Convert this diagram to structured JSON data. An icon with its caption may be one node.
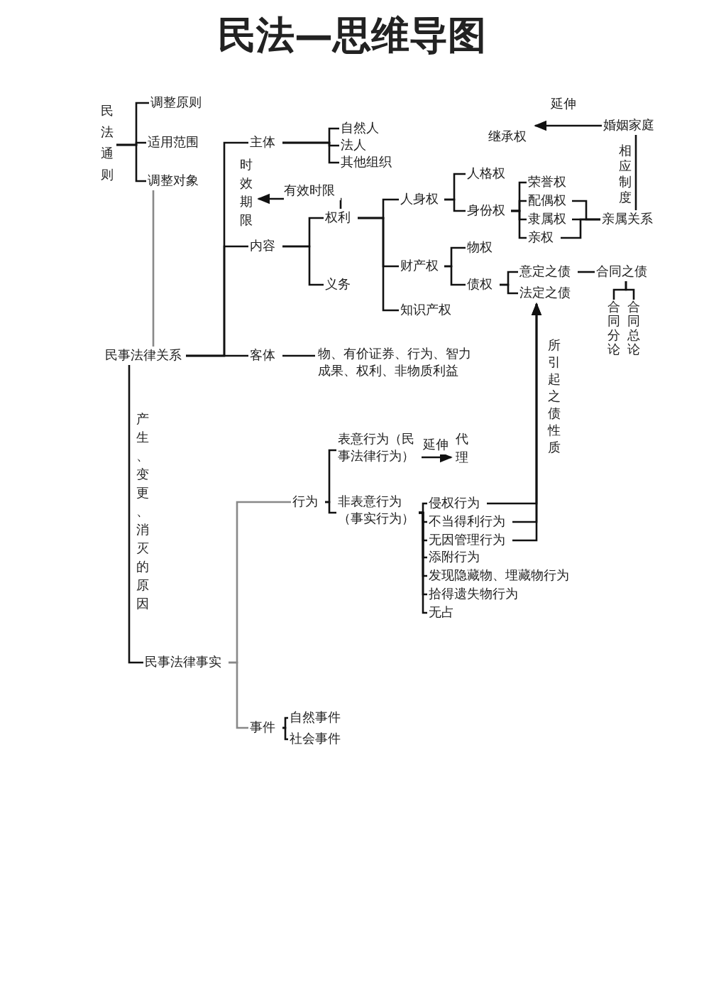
{
  "diagram": {
    "title": "民法—思维导图",
    "nodes": [
      {
        "text": [
          "民法通则"
        ]
      },
      {
        "text": [
          "调整原则"
        ]
      },
      {
        "text": [
          "适用范围"
        ]
      },
      {
        "text": [
          "调整对象"
        ]
      },
      {
        "text": [
          "民事法律关系"
        ]
      },
      {
        "text": [
          "主体"
        ]
      },
      {
        "text": [
          "自然人"
        ]
      },
      {
        "text": [
          "法人"
        ]
      },
      {
        "text": [
          "其他组织"
        ]
      },
      {
        "text": [
          "时效期限"
        ]
      },
      {
        "text": [
          "内容"
        ]
      },
      {
        "text": [
          "权利"
        ]
      },
      {
        "text": [
          "义务"
        ]
      },
      {
        "text": [
          "人身权"
        ]
      },
      {
        "text": [
          "财产权"
        ]
      },
      {
        "text": [
          "知识产权"
        ]
      },
      {
        "text": [
          "人格权"
        ]
      },
      {
        "text": [
          "身份权"
        ]
      },
      {
        "text": [
          "荣誉权"
        ]
      },
      {
        "text": [
          "配偶权"
        ]
      },
      {
        "text": [
          "隶属权"
        ]
      },
      {
        "text": [
          "亲权"
        ]
      },
      {
        "text": [
          "物权"
        ]
      },
      {
        "text": [
          "债权"
        ]
      },
      {
        "text": [
          "意定之债"
        ]
      },
      {
        "text": [
          "法定之债"
        ]
      },
      {
        "text": [
          "合同之债"
        ]
      },
      {
        "text": [
          "合同分论"
        ]
      },
      {
        "text": [
          "合同总论"
        ]
      },
      {
        "text": [
          "亲属关系"
        ]
      },
      {
        "text": [
          "婚姻家庭"
        ]
      },
      {
        "text": [
          "继承权"
        ]
      },
      {
        "text": [
          "客体"
        ]
      },
      {
        "text": [
          "物、有价证券、行为、智力成果、权利、非物质利益"
        ]
      },
      {
        "text": [
          "民事法律事实"
        ]
      },
      {
        "text": [
          "行为"
        ]
      },
      {
        "text": [
          "表意行为（民事法律行为）"
        ]
      },
      {
        "text": [
          "代理"
        ]
      },
      {
        "text": [
          "非表意行为（事实行为）"
        ]
      },
      {
        "text": [
          "侵权行为"
        ]
      },
      {
        "text": [
          "不当得利行为"
        ]
      },
      {
        "text": [
          "无因管理行为"
        ]
      },
      {
        "text": [
          "添附行为"
        ]
      },
      {
        "text": [
          "发现隐藏物、埋藏物行为"
        ]
      },
      {
        "text": [
          "拾得遗失物行为"
        ]
      },
      {
        "text": [
          "无占"
        ]
      },
      {
        "text": [
          "事件"
        ]
      },
      {
        "text": [
          "自然事件"
        ]
      },
      {
        "text": [
          "社会事件"
        ]
      }
    ],
    "edges": [
      {
        "from": 0,
        "to": 1,
        "arrow": "none"
      },
      {
        "from": 0,
        "to": 2,
        "arrow": "none"
      },
      {
        "from": 0,
        "to": 3,
        "arrow": "none"
      },
      {
        "from": 3,
        "to": 4,
        "arrow": "none",
        "color": "#888888"
      },
      {
        "from": 4,
        "to": 5,
        "arrow": "none"
      },
      {
        "from": 4,
        "to": 10,
        "arrow": "none"
      },
      {
        "from": 4,
        "to": 32,
        "arrow": "none"
      },
      {
        "from": 5,
        "to": 6,
        "arrow": "none"
      },
      {
        "from": 5,
        "to": 7,
        "arrow": "none"
      },
      {
        "from": 5,
        "to": 8,
        "arrow": "none"
      },
      {
        "from": 10,
        "to": 11,
        "arrow": "none"
      },
      {
        "from": 10,
        "to": 12,
        "arrow": "none"
      },
      {
        "from": 11,
        "to": 9,
        "arrow": "to",
        "label": "有效时限"
      },
      {
        "from": 11,
        "to": 13,
        "arrow": "none"
      },
      {
        "from": 11,
        "to": 14,
        "arrow": "none"
      },
      {
        "from": 11,
        "to": 15,
        "arrow": "none"
      },
      {
        "from": 13,
        "to": 16,
        "arrow": "none"
      },
      {
        "from": 13,
        "to": 17,
        "arrow": "none"
      },
      {
        "from": 17,
        "to": 18,
        "arrow": "none"
      },
      {
        "from": 17,
        "to": 19,
        "arrow": "none"
      },
      {
        "from": 17,
        "to": 20,
        "arrow": "none"
      },
      {
        "from": 17,
        "to": 21,
        "arrow": "none"
      },
      {
        "from": 19,
        "to": 29,
        "arrow": "none"
      },
      {
        "from": 20,
        "to": 29,
        "arrow": "none"
      },
      {
        "from": 21,
        "to": 29,
        "arrow": "none"
      },
      {
        "from": 30,
        "to": 31,
        "arrow": "to",
        "label": "延伸"
      },
      {
        "from": 30,
        "to": 29,
        "arrow": "none",
        "label": "相应制度"
      },
      {
        "from": 14,
        "to": 22,
        "arrow": "none"
      },
      {
        "from": 14,
        "to": 23,
        "arrow": "none"
      },
      {
        "from": 23,
        "to": 24,
        "arrow": "none"
      },
      {
        "from": 23,
        "to": 25,
        "arrow": "none"
      },
      {
        "from": 24,
        "to": 26,
        "arrow": "none"
      },
      {
        "from": 26,
        "to": 27,
        "arrow": "none"
      },
      {
        "from": 26,
        "to": 28,
        "arrow": "none"
      },
      {
        "from": 32,
        "to": 33,
        "arrow": "none"
      },
      {
        "from": 4,
        "to": 34,
        "arrow": "none",
        "label": "产生、变更、消灭的原因"
      },
      {
        "from": 34,
        "to": 35,
        "arrow": "none",
        "color": "#888888"
      },
      {
        "from": 34,
        "to": 46,
        "arrow": "none",
        "color": "#888888"
      },
      {
        "from": 35,
        "to": 36,
        "arrow": "none"
      },
      {
        "from": 35,
        "to": 38,
        "arrow": "none"
      },
      {
        "from": 36,
        "to": 37,
        "arrow": "to",
        "label": "延伸"
      },
      {
        "from": 38,
        "to": 39,
        "arrow": "none"
      },
      {
        "from": 38,
        "to": 40,
        "arrow": "none"
      },
      {
        "from": 38,
        "to": 41,
        "arrow": "none"
      },
      {
        "from": 38,
        "to": 42,
        "arrow": "none"
      },
      {
        "from": 38,
        "to": 43,
        "arrow": "none"
      },
      {
        "from": 38,
        "to": 44,
        "arrow": "none"
      },
      {
        "from": 38,
        "to": 45,
        "arrow": "none"
      },
      {
        "from": 39,
        "to": 25,
        "arrow": "to"
      },
      {
        "from": 40,
        "to": 25,
        "arrow": "to",
        "label": "所引起之债性质"
      },
      {
        "from": 41,
        "to": 25,
        "arrow": "to"
      },
      {
        "from": 46,
        "to": 47,
        "arrow": "none"
      },
      {
        "from": 46,
        "to": 48,
        "arrow": "none"
      }
    ]
  }
}
